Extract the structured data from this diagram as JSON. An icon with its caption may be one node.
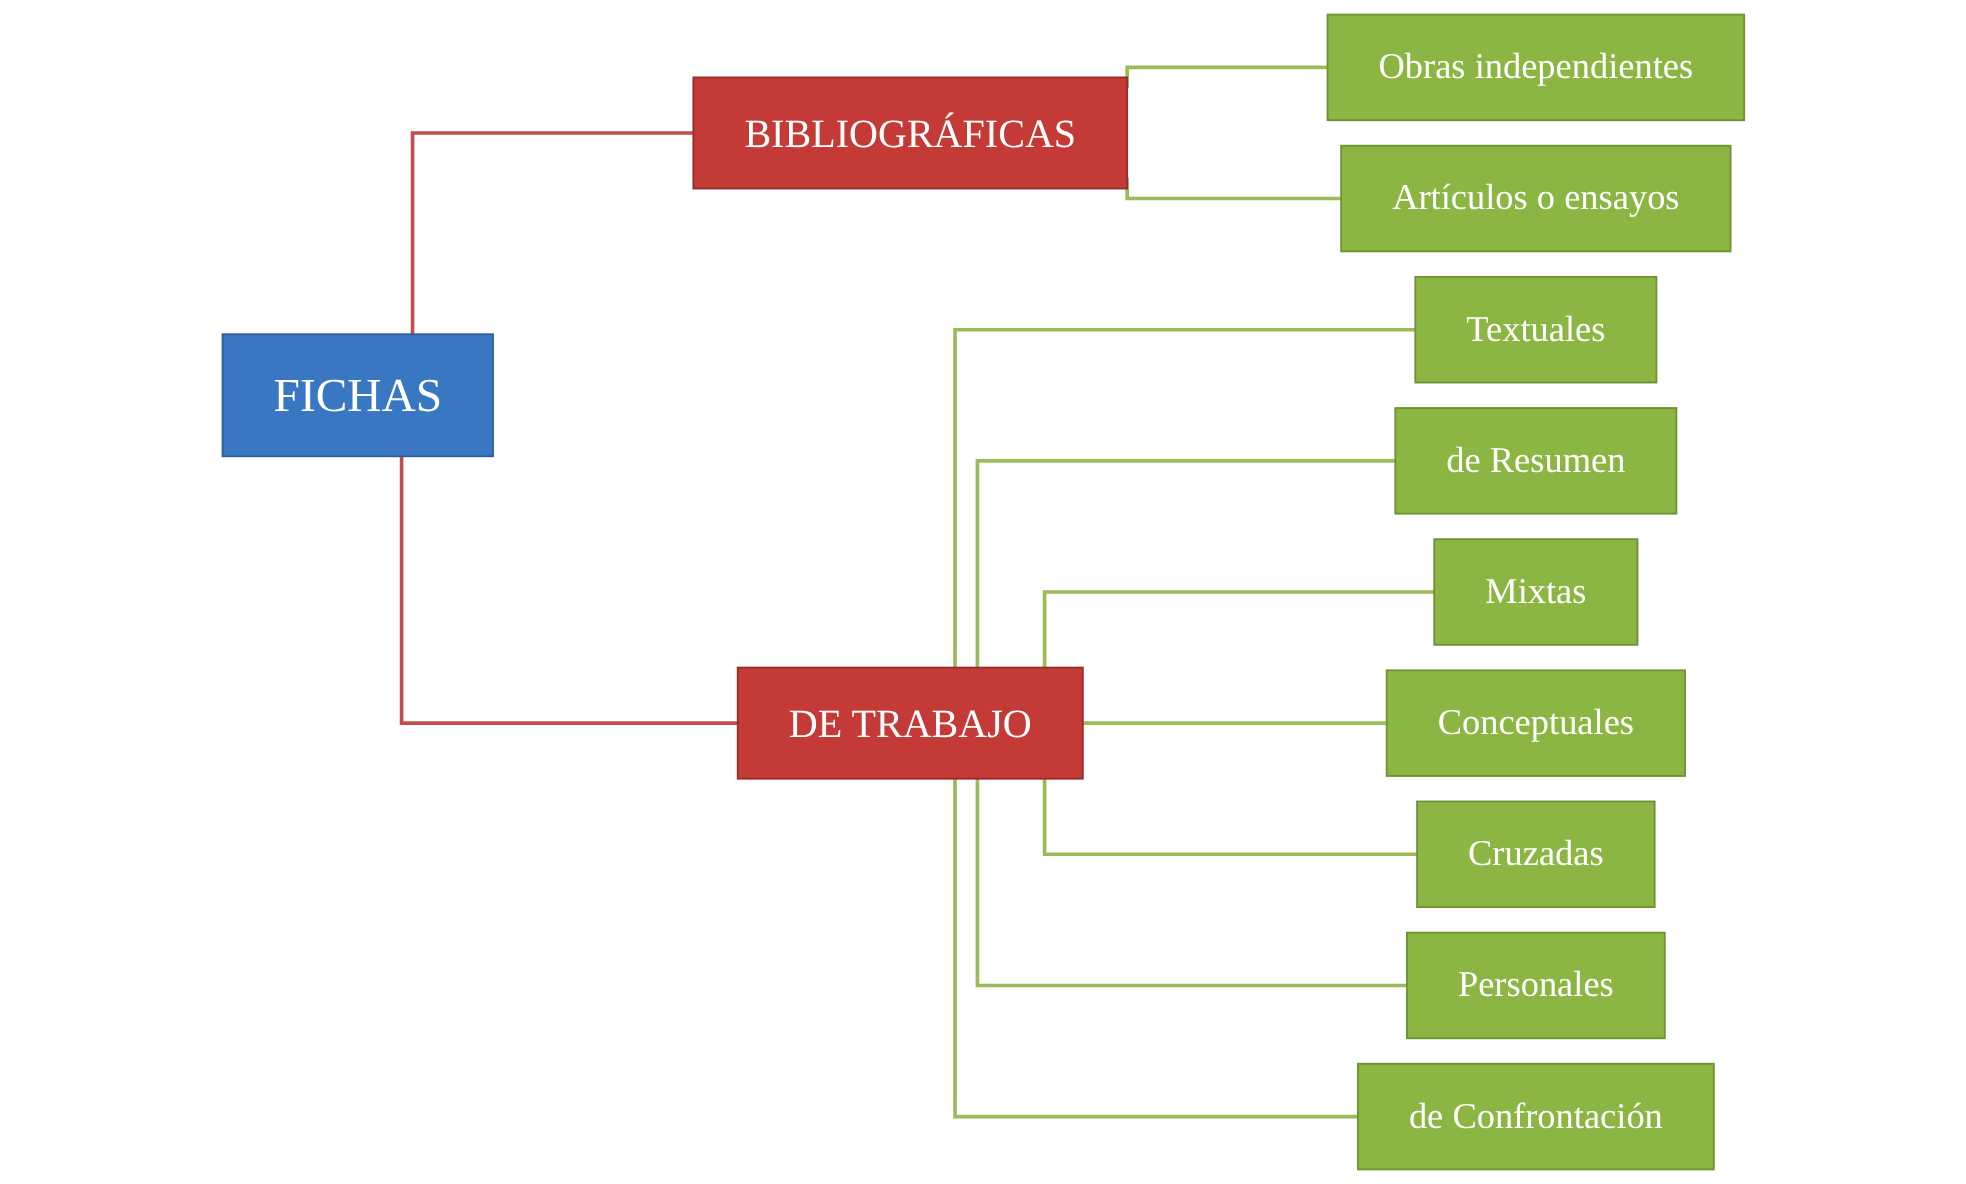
{
  "diagram": {
    "nodes": [
      {
        "text": [
          "FICHAS"
        ]
      },
      {
        "text": [
          "BIBLIOGRÁFICAS"
        ]
      },
      {
        "text": [
          "DE TRABAJO"
        ]
      },
      {
        "text": [
          "Obras independientes"
        ]
      },
      {
        "text": [
          "Artículos o ensayos"
        ]
      },
      {
        "text": [
          "Textuales"
        ]
      },
      {
        "text": [
          "de Resumen"
        ]
      },
      {
        "text": [
          "Mixtas"
        ]
      },
      {
        "text": [
          "Conceptuales"
        ]
      },
      {
        "text": [
          "Cruzadas"
        ]
      },
      {
        "text": [
          "Personales"
        ]
      },
      {
        "text": [
          "de Confrontación"
        ]
      }
    ],
    "edges": [
      {
        "from": 0,
        "to": 1,
        "arrow": "none",
        "color": "#c0504d"
      },
      {
        "from": 0,
        "to": 2,
        "arrow": "none",
        "color": "#c0504d"
      },
      {
        "from": 1,
        "to": 3,
        "arrow": "none"
      },
      {
        "from": 1,
        "to": 4,
        "arrow": "none"
      },
      {
        "from": 2,
        "to": 5,
        "arrow": "none"
      },
      {
        "from": 2,
        "to": 6,
        "arrow": "none"
      },
      {
        "from": 2,
        "to": 7,
        "arrow": "none"
      },
      {
        "from": 2,
        "to": 8,
        "arrow": "none"
      },
      {
        "from": 2,
        "to": 9,
        "arrow": "none"
      },
      {
        "from": 2,
        "to": 10,
        "arrow": "none"
      },
      {
        "from": 2,
        "to": 11,
        "arrow": "none"
      }
    ]
  }
}
